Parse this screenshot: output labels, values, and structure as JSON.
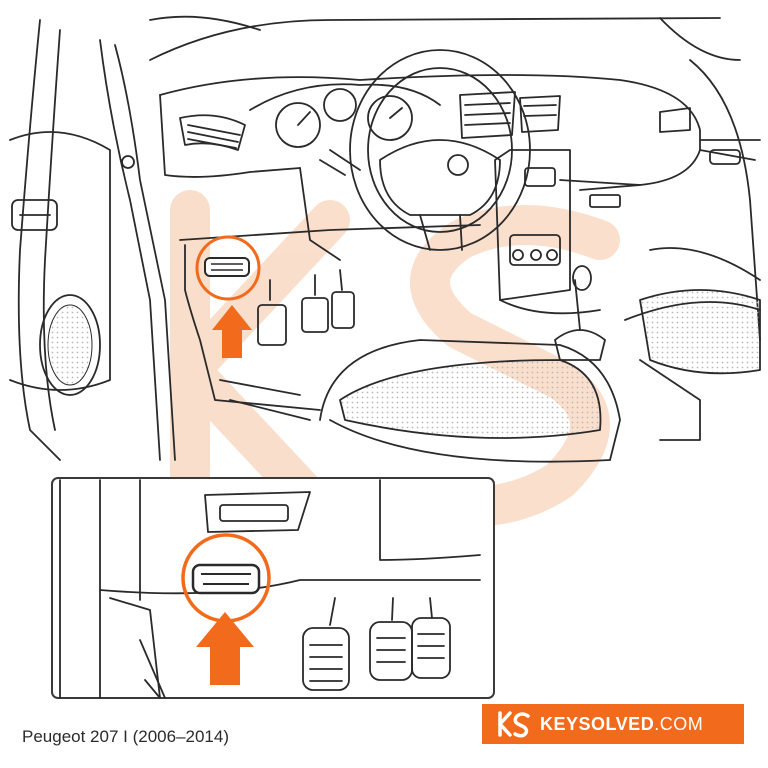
{
  "caption": "Peugeot 207 I (2006–2014)",
  "brand": {
    "name_bold": "KEYSOLVED",
    "name_suffix": ".COM",
    "logo_text": "KS"
  },
  "colors": {
    "accent": "#f26a1b",
    "line": "#2a2a2a",
    "watermark": "#f9d9c4",
    "seat_dots": "#b9b9b9"
  },
  "icons": {
    "steering-badge": "lion-emblem-icon",
    "connector": "obd-port-icon",
    "pointer": "up-arrow-icon"
  }
}
